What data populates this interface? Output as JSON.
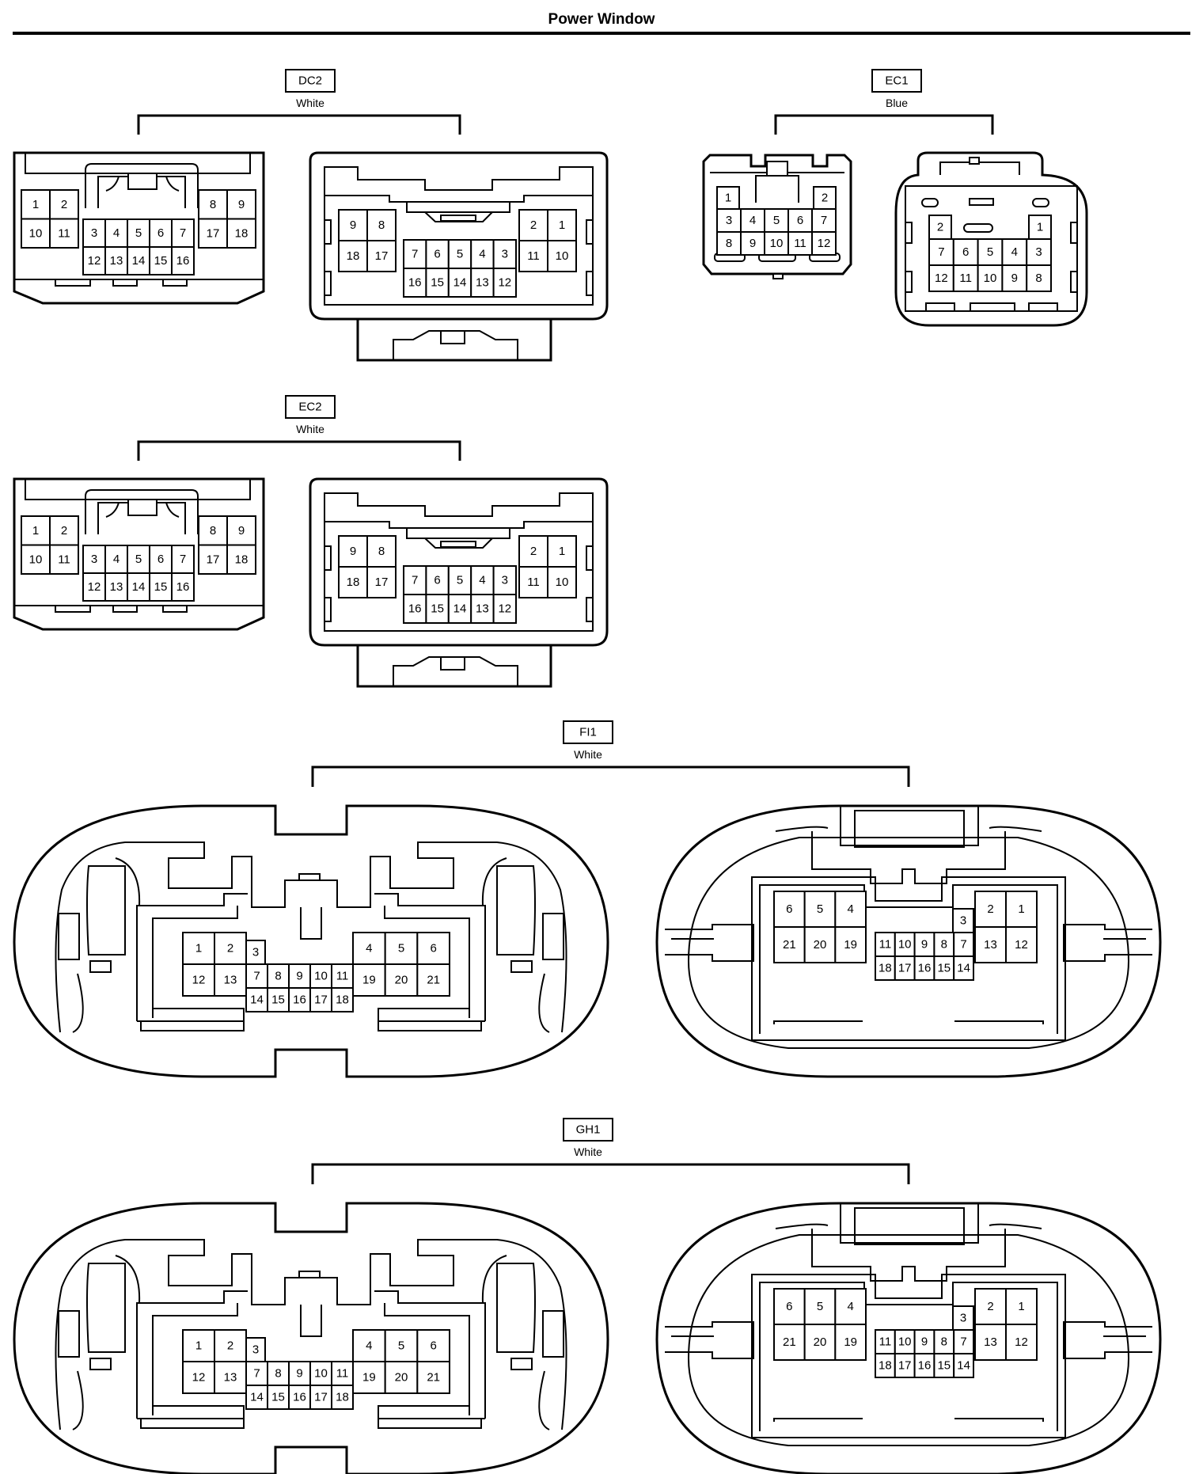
{
  "title": "Power Window",
  "connectors": [
    {
      "name": "DC2",
      "color": "White",
      "views": [
        {
          "pins": [
            [
              "1",
              "2"
            ],
            [
              "10",
              "11"
            ],
            [
              "3",
              "4",
              "5",
              "6",
              "7"
            ],
            [
              "12",
              "13",
              "14",
              "15",
              "16"
            ],
            [
              "8",
              "9"
            ],
            [
              "17",
              "18"
            ]
          ]
        },
        {
          "pins": [
            [
              "9",
              "8"
            ],
            [
              "18",
              "17"
            ],
            [
              "7",
              "6",
              "5",
              "4",
              "3"
            ],
            [
              "16",
              "15",
              "14",
              "13",
              "12"
            ],
            [
              "2",
              "1"
            ],
            [
              "11",
              "10"
            ]
          ]
        }
      ]
    },
    {
      "name": "EC1",
      "color": "Blue",
      "views": [
        {
          "pins": [
            [
              "1",
              "2"
            ],
            [
              "3",
              "4",
              "5",
              "6",
              "7"
            ],
            [
              "8",
              "9",
              "10",
              "11",
              "12"
            ]
          ]
        },
        {
          "pins": [
            [
              "2",
              "1"
            ],
            [
              "7",
              "6",
              "5",
              "4",
              "3"
            ],
            [
              "12",
              "11",
              "10",
              "9",
              "8"
            ]
          ]
        }
      ]
    },
    {
      "name": "EC2",
      "color": "White",
      "views": [
        {
          "pins": [
            [
              "1",
              "2"
            ],
            [
              "10",
              "11"
            ],
            [
              "3",
              "4",
              "5",
              "6",
              "7"
            ],
            [
              "12",
              "13",
              "14",
              "15",
              "16"
            ],
            [
              "8",
              "9"
            ],
            [
              "17",
              "18"
            ]
          ]
        },
        {
          "pins": [
            [
              "9",
              "8"
            ],
            [
              "18",
              "17"
            ],
            [
              "7",
              "6",
              "5",
              "4",
              "3"
            ],
            [
              "16",
              "15",
              "14",
              "13",
              "12"
            ],
            [
              "2",
              "1"
            ],
            [
              "11",
              "10"
            ]
          ]
        }
      ]
    },
    {
      "name": "FI1",
      "color": "White",
      "views": [
        {
          "pins": [
            [
              "1",
              "2"
            ],
            [
              "12",
              "13"
            ],
            [
              "3"
            ],
            [
              "7",
              "8",
              "9",
              "10",
              "11"
            ],
            [
              "14",
              "15",
              "16",
              "17",
              "18"
            ],
            [
              "4",
              "5",
              "6"
            ],
            [
              "19",
              "20",
              "21"
            ]
          ]
        },
        {
          "pins": [
            [
              "6",
              "5",
              "4"
            ],
            [
              "21",
              "20",
              "19"
            ],
            [
              "3"
            ],
            [
              "11",
              "10",
              "9",
              "8",
              "7"
            ],
            [
              "18",
              "17",
              "16",
              "15",
              "14"
            ],
            [
              "2",
              "1"
            ],
            [
              "13",
              "12"
            ]
          ]
        }
      ]
    },
    {
      "name": "GH1",
      "color": "White",
      "views": [
        {
          "pins": [
            [
              "1",
              "2"
            ],
            [
              "12",
              "13"
            ],
            [
              "3"
            ],
            [
              "7",
              "8",
              "9",
              "10",
              "11"
            ],
            [
              "14",
              "15",
              "16",
              "17",
              "18"
            ],
            [
              "4",
              "5",
              "6"
            ],
            [
              "19",
              "20",
              "21"
            ]
          ]
        },
        {
          "pins": [
            [
              "6",
              "5",
              "4"
            ],
            [
              "21",
              "20",
              "19"
            ],
            [
              "3"
            ],
            [
              "11",
              "10",
              "9",
              "8",
              "7"
            ],
            [
              "18",
              "17",
              "16",
              "15",
              "14"
            ],
            [
              "2",
              "1"
            ],
            [
              "13",
              "12"
            ]
          ]
        }
      ]
    }
  ]
}
